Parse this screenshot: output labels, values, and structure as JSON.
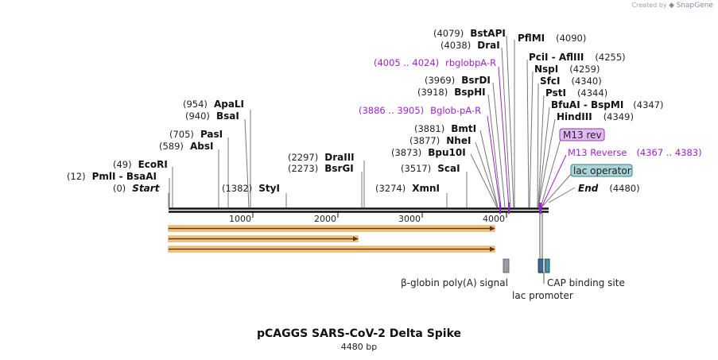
{
  "watermark": {
    "prefix": "Created by",
    "brand": "SnapGene"
  },
  "map": {
    "title": "pCAGGS SARS-CoV-2 Delta Spike",
    "length_label": "4480 bp",
    "length_bp": 4480
  },
  "sites": [
    {
      "pos": 0,
      "pos_label": "(0)",
      "name": "Start",
      "italic": true
    },
    {
      "pos": 12,
      "pos_label": "(12)",
      "name": "PmlI  -  BsaAI"
    },
    {
      "pos": 49,
      "pos_label": "(49)",
      "name": "EcoRI"
    },
    {
      "pos": 589,
      "pos_label": "(589)",
      "name": "AbsI"
    },
    {
      "pos": 705,
      "pos_label": "(705)",
      "name": "PasI"
    },
    {
      "pos": 940,
      "pos_label": "(940)",
      "name": "BsaI"
    },
    {
      "pos": 954,
      "pos_label": "(954)",
      "name": "ApaLI"
    },
    {
      "pos": 1382,
      "pos_label": "(1382)",
      "name": "StyI"
    },
    {
      "pos": 2273,
      "pos_label": "(2273)",
      "name": "BsrGI"
    },
    {
      "pos": 2297,
      "pos_label": "(2297)",
      "name": "DraIII"
    },
    {
      "pos": 3274,
      "pos_label": "(3274)",
      "name": "XmnI"
    },
    {
      "pos": 3517,
      "pos_label": "(3517)",
      "name": "ScaI"
    },
    {
      "pos": 3873,
      "pos_label": "(3873)",
      "name": "Bpu10I"
    },
    {
      "pos": 3877,
      "pos_label": "(3877)",
      "name": "NheI"
    },
    {
      "pos": 3881,
      "pos_label": "(3881)",
      "name": "BmtI"
    },
    {
      "pos": 3918,
      "pos_label": "(3918)",
      "name": "BspHI"
    },
    {
      "pos": 3969,
      "pos_label": "(3969)",
      "name": "BsrDI"
    },
    {
      "pos": 4038,
      "pos_label": "(4038)",
      "name": "DraI"
    },
    {
      "pos": 4079,
      "pos_label": "(4079)",
      "name": "BstAPI"
    },
    {
      "pos": 4090,
      "pos_label": "(4090)",
      "name": "PflMI"
    },
    {
      "pos": 4255,
      "pos_label": "(4255)",
      "name": "PciI  -  AflIII"
    },
    {
      "pos": 4259,
      "pos_label": "(4259)",
      "name": "NspI"
    },
    {
      "pos": 4340,
      "pos_label": "(4340)",
      "name": "SfcI"
    },
    {
      "pos": 4344,
      "pos_label": "(4344)",
      "name": "PstI"
    },
    {
      "pos": 4347,
      "pos_label": "(4347)",
      "name": "BfuAI  -  BspMI"
    },
    {
      "pos": 4349,
      "pos_label": "(4349)",
      "name": "HindIII"
    },
    {
      "pos": 4480,
      "pos_label": "(4480)",
      "name": "End",
      "italic": true
    }
  ],
  "primers": [
    {
      "range": "(4005 .. 4024)",
      "name": "rbglobpA-R"
    },
    {
      "range": "(3886 .. 3905)",
      "name": "Bglob-pA-R"
    },
    {
      "range": "(4367 .. 4383)",
      "name": "M13 Reverse"
    }
  ],
  "boxed_features": [
    {
      "name": "M13 rev",
      "color": "#e3b7f2"
    },
    {
      "name": "lac operator",
      "color": "#a8d3d7"
    }
  ],
  "bottom_features": [
    {
      "name": "β-globin poly(A) signal"
    },
    {
      "name": "CAP binding site"
    },
    {
      "name": "lac promoter"
    }
  ],
  "ticks": [
    {
      "value": 1000,
      "label": "1000"
    },
    {
      "value": 2000,
      "label": "2000"
    },
    {
      "value": 3000,
      "label": "3000"
    },
    {
      "value": 4000,
      "label": "4000"
    }
  ],
  "orf_arrows": [
    {
      "start": 1,
      "end": 3880
    },
    {
      "start": 1,
      "end": 2240
    },
    {
      "start": 1,
      "end": 3880
    }
  ],
  "colors": {
    "primer": "#a020d0",
    "arrow_fill": "#f8c26a",
    "arrow_edge": "#e39a2e",
    "polyA": "#9a9aa8",
    "lac_promoter": "#3a6a9a",
    "cap_site": "#3aa0b0"
  }
}
